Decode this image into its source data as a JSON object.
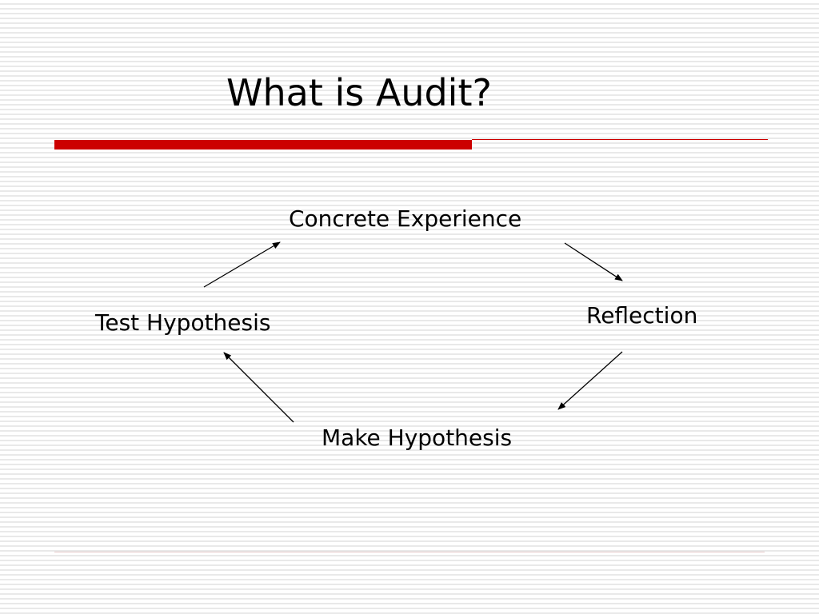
{
  "slide": {
    "title": "What is Audit?",
    "accent_color": "#cc0000"
  },
  "cycle": {
    "nodes": [
      {
        "id": "concrete",
        "label": "Concrete Experience"
      },
      {
        "id": "reflection",
        "label": "Reflection"
      },
      {
        "id": "make",
        "label": "Make Hypothesis"
      },
      {
        "id": "test",
        "label": "Test Hypothesis"
      }
    ],
    "edges": [
      {
        "from": "concrete",
        "to": "reflection"
      },
      {
        "from": "reflection",
        "to": "make"
      },
      {
        "from": "make",
        "to": "test"
      },
      {
        "from": "test",
        "to": "concrete"
      }
    ]
  }
}
